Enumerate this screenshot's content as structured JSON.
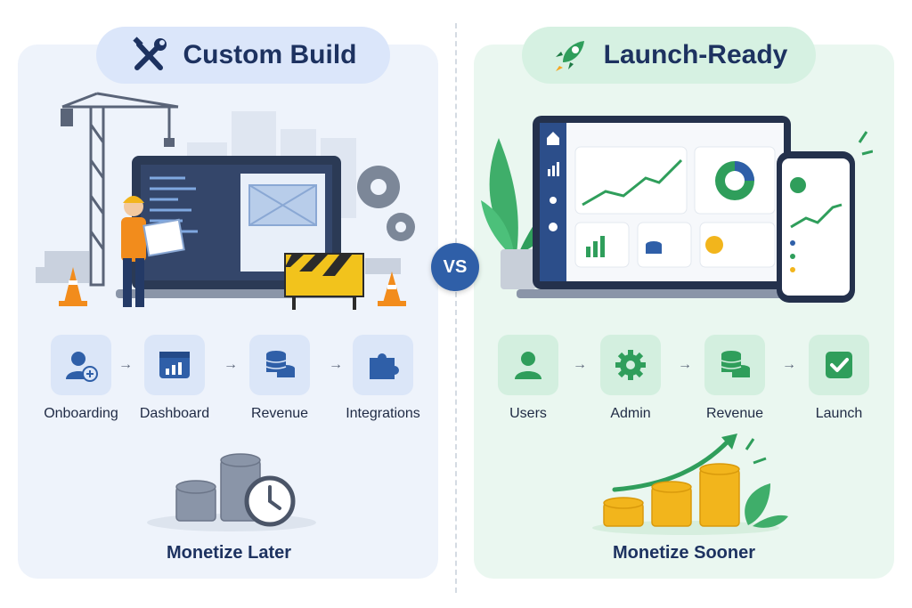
{
  "left": {
    "title": "Custom Build",
    "steps": [
      "Onboarding",
      "Dashboard",
      "Revenue",
      "Integrations"
    ],
    "caption": "Monetize Later"
  },
  "right": {
    "title": "Launch-Ready",
    "steps": [
      "Users",
      "Admin",
      "Revenue",
      "Launch"
    ],
    "caption": "Monetize Sooner"
  },
  "vs_label": "VS",
  "icons": {
    "left_title": "wrench-screwdriver-icon",
    "right_title": "rocket-icon",
    "left_steps": [
      "user-plus-icon",
      "dashboard-chart-icon",
      "database-icon",
      "puzzle-icon"
    ],
    "right_steps": [
      "user-icon",
      "gear-icon",
      "database-icon",
      "checkbox-icon"
    ]
  },
  "colors": {
    "blue_accent": "#2f5fa8",
    "green_accent": "#2f9e5b",
    "navy_text": "#1d3260",
    "coin_gold": "#f2b51c"
  }
}
